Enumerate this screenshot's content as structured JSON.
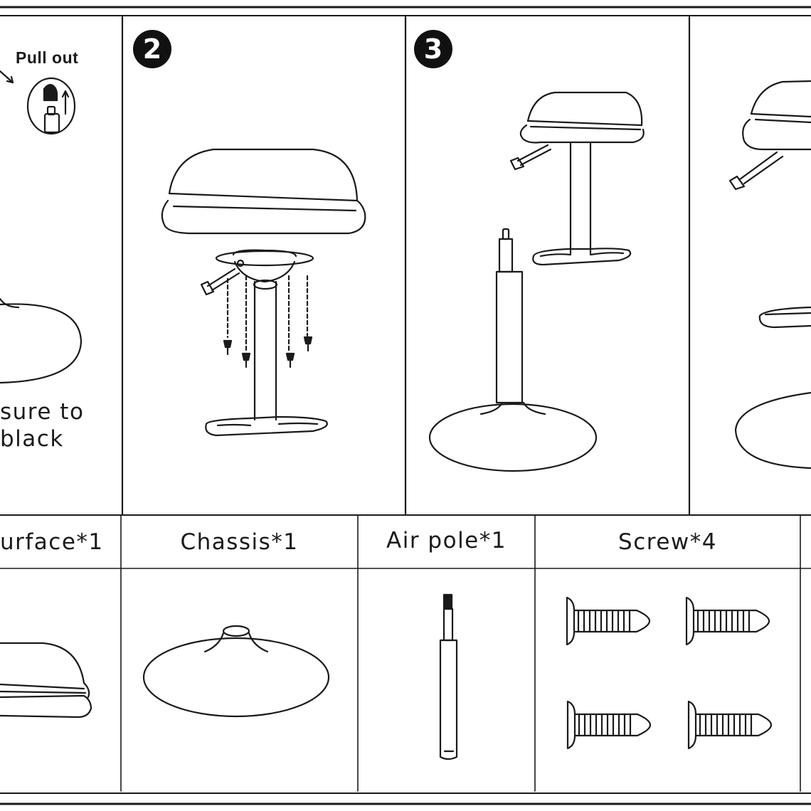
{
  "steps": [
    {
      "number": "2"
    },
    {
      "number": "3"
    }
  ],
  "step1": {
    "callout": "Pull out",
    "note_line1": "sure to",
    "note_line2": "black"
  },
  "parts": [
    {
      "label": "urface*1"
    },
    {
      "label": "Chassis*1"
    },
    {
      "label": "Air pole*1"
    },
    {
      "label": "Screw*4"
    }
  ],
  "colors": {
    "ink": "#1a1a1a",
    "paper": "#ffffff"
  }
}
